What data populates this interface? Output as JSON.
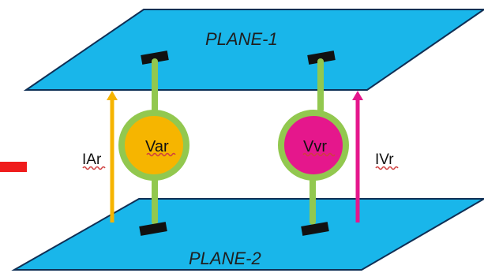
{
  "planes": {
    "top_label": "PLANE-1",
    "bottom_label": "PLANE-2"
  },
  "sources": {
    "left_label": "Var",
    "right_label": "Vvr"
  },
  "currents": {
    "left_label": "IAr",
    "right_label": "IVr"
  },
  "colors": {
    "plane_fill": "#19b6ea",
    "plane_stroke": "#0f2f55",
    "lead_green": "#92c84f",
    "source_left_fill": "#f6b500",
    "source_right_fill": "#e5178c",
    "arrow_left": "#f6b400",
    "arrow_right": "#e5178c",
    "marker_red": "#ef1c1c",
    "squiggle_red": "#cf3f3f",
    "pad_black": "#111111"
  }
}
